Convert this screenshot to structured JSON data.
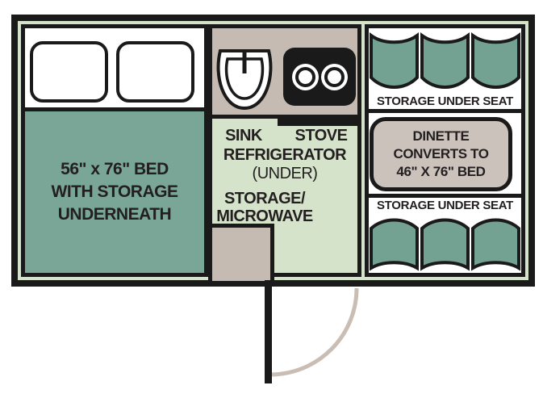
{
  "bed": {
    "line1": "56\" x 76\" BED",
    "line2": "WITH STORAGE",
    "line3": "UNDERNEATH"
  },
  "galley": {
    "sink_label": "SINK",
    "stove_label": "STOVE",
    "refrigerator_label": "REFRIGERATOR",
    "refrigerator_note": "(UNDER)",
    "storage_line1": "STORAGE/",
    "storage_line2": "MICROWAVE"
  },
  "dinette": {
    "line1": "DINETTE",
    "line2": "CONVERTS TO",
    "line3": "46\" X 76\" BED",
    "storage_top": "STORAGE UNDER SEAT",
    "storage_bottom": "STORAGE UNDER SEAT"
  },
  "colors": {
    "wall_black": "#1a1a1a",
    "floor_green": "#d6e3cb",
    "bed_teal": "#7aa697",
    "cushion_teal": "#73a293",
    "counter_taupe": "#c5bbb2",
    "dinette_taupe": "#cbc2bb",
    "door_swing_taupe": "#c9bdb4",
    "text": "#231f20"
  }
}
